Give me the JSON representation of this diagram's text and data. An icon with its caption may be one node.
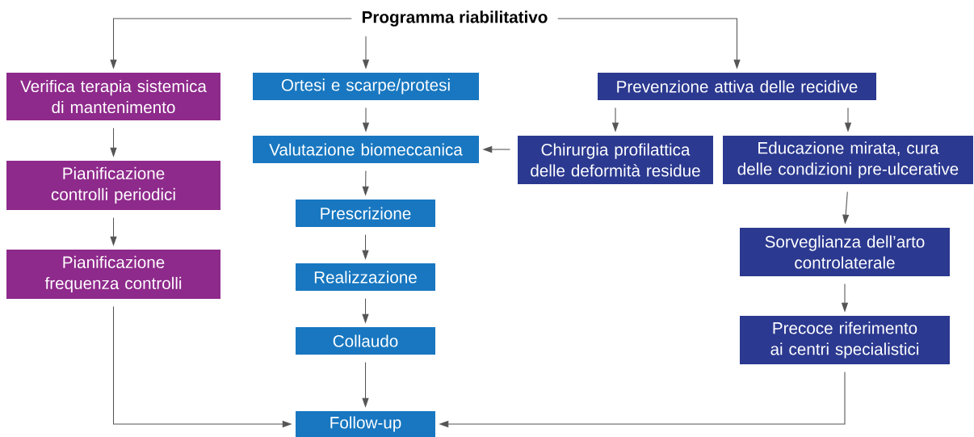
{
  "diagram": {
    "nodes": [
      {
        "text": [
          "Programma riabilitativo"
        ]
      },
      {
        "text": [
          "Verifica terapia sistemica di mantenimento"
        ]
      },
      {
        "text": [
          "Pianificazione controlli periodici"
        ]
      },
      {
        "text": [
          "Pianificazione frequenza controlli"
        ]
      },
      {
        "text": [
          "Ortesi e scarpe/protesi"
        ]
      },
      {
        "text": [
          "Valutazione biomeccanica"
        ]
      },
      {
        "text": [
          "Prescrizione"
        ]
      },
      {
        "text": [
          "Realizzazione"
        ]
      },
      {
        "text": [
          "Collaudo"
        ]
      },
      {
        "text": [
          "Follow-up"
        ]
      },
      {
        "text": [
          "Prevenzione attiva delle recidive"
        ]
      },
      {
        "text": [
          "Chirurgia profilattica delle deformità residue"
        ]
      },
      {
        "text": [
          "Educazione mirata, cura delle condizioni pre-ulcerative"
        ]
      },
      {
        "text": [
          "Sorveglianza dell’arto controlaterale"
        ]
      },
      {
        "text": [
          "Precoce riferimento ai centri specialistici"
        ]
      }
    ],
    "edges": [
      {
        "from": 0,
        "to": 1,
        "arrow": "to"
      },
      {
        "from": 0,
        "to": 4,
        "arrow": "to"
      },
      {
        "from": 0,
        "to": 10,
        "arrow": "to"
      },
      {
        "from": 1,
        "to": 2,
        "arrow": "to"
      },
      {
        "from": 2,
        "to": 3,
        "arrow": "to"
      },
      {
        "from": 3,
        "to": 9,
        "arrow": "to"
      },
      {
        "from": 4,
        "to": 5,
        "arrow": "to"
      },
      {
        "from": 5,
        "to": 6,
        "arrow": "to"
      },
      {
        "from": 6,
        "to": 7,
        "arrow": "to"
      },
      {
        "from": 7,
        "to": 8,
        "arrow": "to"
      },
      {
        "from": 8,
        "to": 9,
        "arrow": "to"
      },
      {
        "from": 10,
        "to": 11,
        "arrow": "to"
      },
      {
        "from": 10,
        "to": 12,
        "arrow": "to"
      },
      {
        "from": 11,
        "to": 5,
        "arrow": "to"
      },
      {
        "from": 12,
        "to": 13,
        "arrow": "to"
      },
      {
        "from": 13,
        "to": 14,
        "arrow": "to"
      },
      {
        "from": 14,
        "to": 9,
        "arrow": "to"
      }
    ]
  }
}
